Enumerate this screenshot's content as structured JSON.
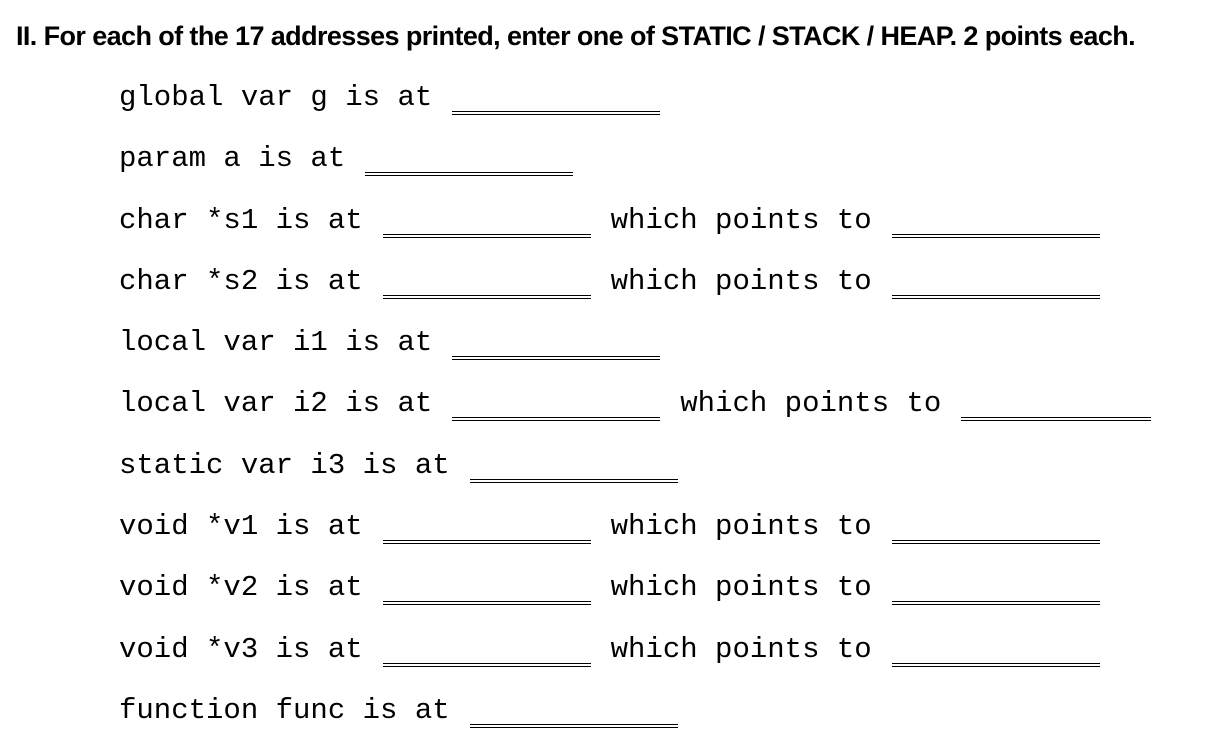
{
  "heading": "II. For each of the 17 addresses printed, enter one of STATIC / STACK / HEAP. 2 points each.",
  "rows": [
    {
      "label": "global var g is at",
      "points": false
    },
    {
      "label": "param a is at",
      "points": false
    },
    {
      "label": "char *s1 is at",
      "points": true,
      "points_label": "which points to"
    },
    {
      "label": "char *s2 is at",
      "points": true,
      "points_label": "which points to"
    },
    {
      "label": "local var i1 is at",
      "points": false
    },
    {
      "label": "local var i2 is at",
      "points": true,
      "points_label": "which points to"
    },
    {
      "label": "static var i3 is at",
      "points": false
    },
    {
      "label": "void *v1 is at",
      "points": true,
      "points_label": "which points to"
    },
    {
      "label": "void *v2 is at",
      "points": true,
      "points_label": "which points to"
    },
    {
      "label": "void *v3 is at",
      "points": true,
      "points_label": "which points to"
    },
    {
      "label": "function func is at",
      "points": false
    }
  ]
}
